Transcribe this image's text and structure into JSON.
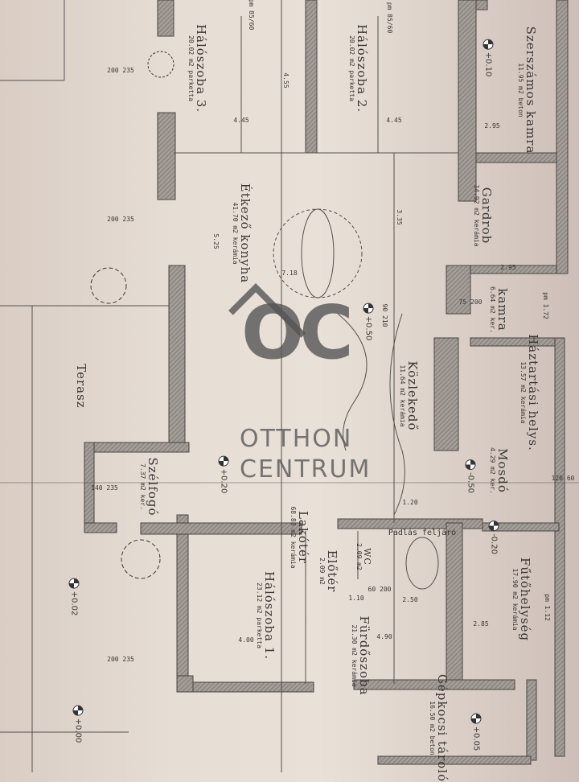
{
  "rooms": [
    {
      "name": "Hálószoba 3.",
      "area": "20.02 m2 parketta"
    },
    {
      "name": "Hálószoba 2.",
      "area": "20.02 m2 parketta"
    },
    {
      "name": "Szerszámos kamra",
      "area": "11.95 m2 beton"
    },
    {
      "name": "Gardrob",
      "area": "14.92 m2 kerámia"
    },
    {
      "name": "Étkező konyha",
      "area": "41.70 m2 kerámia"
    },
    {
      "name": "kamra",
      "area": "6.64 m2 ker."
    },
    {
      "name": "Háztartási helys.",
      "area": "13.57 m2 kerámia"
    },
    {
      "name": "Közlekedő",
      "area": "11.64 m2 kerámia"
    },
    {
      "name": "Terasz",
      "area": ""
    },
    {
      "name": "Szélfogó",
      "area": "7.37 m2 ker."
    },
    {
      "name": "Lakótér",
      "area": "68.88 m2 kerámia"
    },
    {
      "name": "Mosdó",
      "area": "4.29 m2 ker."
    },
    {
      "name": "Fűtőhelység",
      "area": "17.90 m2 kerámia"
    },
    {
      "name": "Hálószoba 1.",
      "area": "23.12 m2 parketta"
    },
    {
      "name": "Fürdőszoba",
      "area": "21.30 m2 kerámia"
    },
    {
      "name": "Előtér",
      "area": "2.09 m2"
    },
    {
      "name": "WC",
      "area": "2.09 m2"
    },
    {
      "name": "Gépkocsi tároló",
      "area": "16.50 m2 beton"
    },
    {
      "name": "Padlás feljáró",
      "area": ""
    }
  ],
  "levels": [
    "+0.10",
    "+0.50",
    "+0.20",
    "+0.02",
    "-0.50",
    "-0.20",
    "+0.05",
    "+0.00"
  ],
  "dimensions": [
    "pm 85/60",
    "pm 85/60",
    "4.45",
    "4.45",
    "4.55",
    "2.95",
    "2.95",
    "200 235",
    "200 235",
    "200 235",
    "90 210",
    "75 200",
    "3.35",
    "7.18",
    "5.25",
    "1.20",
    "4.90",
    "1.10",
    "2.50",
    "2.85",
    "pm 1.72",
    "pm 1.12",
    "140 235",
    "60 200",
    "4.00",
    "120 60"
  ],
  "watermark": {
    "logo": "OC",
    "line1": "OTTHON",
    "line2": "CENTRUM"
  }
}
